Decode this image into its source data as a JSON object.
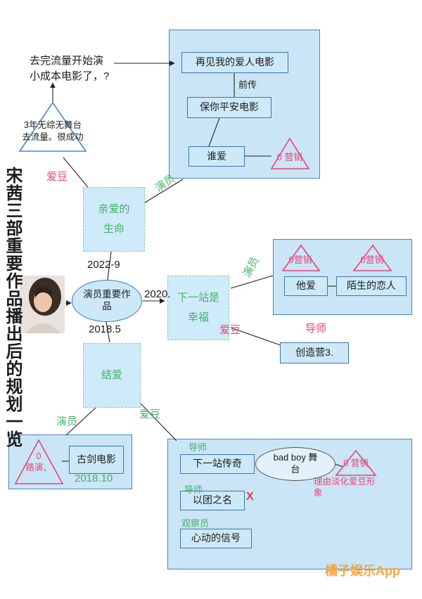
{
  "page": {
    "side_title": "宋茜三部重要作品播出后的规划一览",
    "watermark": "橘子娱乐App"
  },
  "colors": {
    "box_fill": "#cde9f8",
    "group_fill": "#cae5f5",
    "blue_border": "#4a86c8",
    "green": "#45b26b",
    "pink": "#e8457b",
    "red": "#e23c3c",
    "orange": "#f9a43f"
  },
  "notes": {
    "top_note": "去完流量开始演\n小成本电影了，?",
    "idol_triangle": "3年无综无舞台\n去流量。很成功"
  },
  "movies_box": {
    "zaijian": "再见我的爱人电影",
    "prequel": "前传",
    "baoni": "保你平安电影",
    "shuiai": "谁爱",
    "marketing": "0 营销"
  },
  "center": {
    "label": "演员重要作\n品",
    "date_2022": "2022-9",
    "date_2020": "2020.",
    "date_2018": "2018.5"
  },
  "works": {
    "qinai": "亲爱的\n生命",
    "xiayizhan": "下一站是\n幸福",
    "jieai": "结爱"
  },
  "edge_labels": {
    "aidou_top": "爱豆",
    "yanyuan_top": "演员",
    "yanyuan_right": "演员",
    "aidou_mid": "爱豆",
    "daoshi_mid": "导师",
    "yanyuan_bottom": "演员",
    "aidou_bottom": "爱豆"
  },
  "dramas_box": {
    "marketing1": "0营销",
    "marketing2": "0营销",
    "taai": "他爱",
    "mosheng": "陌生的恋人"
  },
  "chuangzaoying": "创造营3.",
  "gujian_box": {
    "roadshow": "0\n路演、",
    "gujian": "古剑电影",
    "date": "2018.10"
  },
  "variety_box": {
    "daoshi1": "导师",
    "xiayizhan_chuanqi": "下一站传奇",
    "badboy": "bad boy 舞\n台",
    "marketing": "0 营销",
    "reason": "理由淡化爱豆形\n象",
    "daoshi2": "导师",
    "yituan": "以团之名",
    "cross": "X",
    "guanchayuan": "观察员",
    "xindong": "心动的信号"
  }
}
